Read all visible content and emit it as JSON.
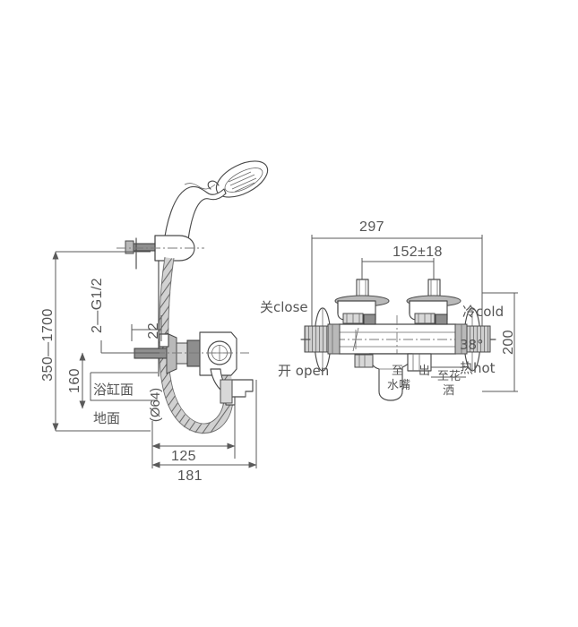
{
  "drawing": {
    "title": "Thermostatic Bath Shower Mixer Technical Drawing",
    "background_color": "#ffffff",
    "line_color": "#4a4a4a",
    "dimension_color": "#555555",
    "views": {
      "left": {
        "name": "front-elevation-view",
        "description": "Front elevation with hand shower, holder, hose and wall-mounted mixer"
      },
      "right": {
        "name": "bottom-plan-view",
        "description": "Bottom / plan view of the thermostatic mixer body with eccentric unions"
      }
    },
    "dimensions": {
      "height_range": "350—1700",
      "bath_to_spout": "160",
      "inlet_thread": "2—G1/2",
      "holder_offset": "22",
      "flange_diameter": "(Ø64)",
      "spout_projection": "125",
      "overall_projection": "181",
      "body_width": "297",
      "inlet_centers": "152±18",
      "body_depth": "200"
    },
    "labels": {
      "bath_surface": "浴缸面",
      "floor_surface": "地面",
      "close": "关close",
      "open": "开 open",
      "cold": "冷cold",
      "hot": "热hot",
      "temperature_set": "38°",
      "to_spout_line1": "至",
      "to_spout_line2": "水嘴",
      "outlet": "出",
      "to_shower_line1": "至花",
      "to_shower_line2": "洒"
    }
  }
}
